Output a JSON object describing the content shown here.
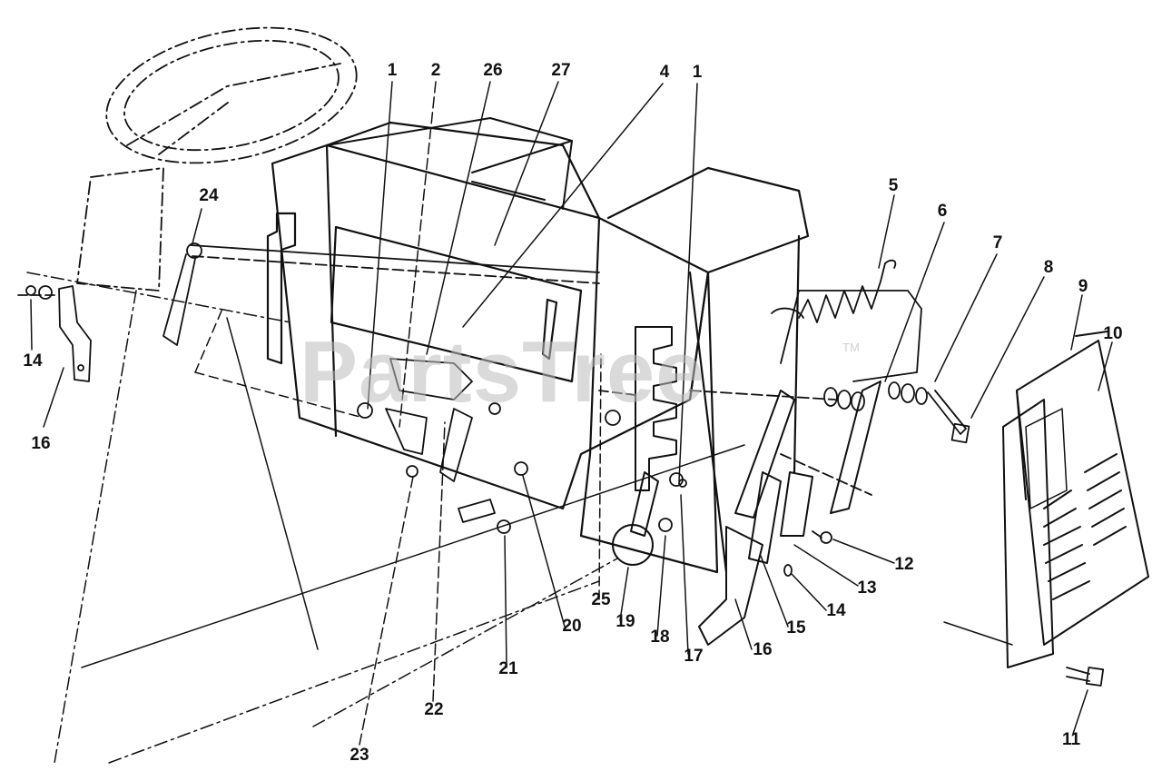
{
  "watermark": {
    "text": "PartsTree",
    "tm": "TM"
  },
  "callouts": [
    {
      "id": "c1a",
      "text": "1"
    },
    {
      "id": "c2",
      "text": "2"
    },
    {
      "id": "c26",
      "text": "26"
    },
    {
      "id": "c27",
      "text": "27"
    },
    {
      "id": "c4",
      "text": "4"
    },
    {
      "id": "c1b",
      "text": "1"
    },
    {
      "id": "c5",
      "text": "5"
    },
    {
      "id": "c6",
      "text": "6"
    },
    {
      "id": "c7",
      "text": "7"
    },
    {
      "id": "c8",
      "text": "8"
    },
    {
      "id": "c9",
      "text": "9"
    },
    {
      "id": "c10",
      "text": "10"
    },
    {
      "id": "c24",
      "text": "24"
    },
    {
      "id": "c14a",
      "text": "14"
    },
    {
      "id": "c16a",
      "text": "16"
    },
    {
      "id": "c12",
      "text": "12"
    },
    {
      "id": "c13",
      "text": "13"
    },
    {
      "id": "c14b",
      "text": "14"
    },
    {
      "id": "c15",
      "text": "15"
    },
    {
      "id": "c16b",
      "text": "16"
    },
    {
      "id": "c17",
      "text": "17"
    },
    {
      "id": "c18",
      "text": "18"
    },
    {
      "id": "c19",
      "text": "19"
    },
    {
      "id": "c25",
      "text": "25"
    },
    {
      "id": "c20",
      "text": "20"
    },
    {
      "id": "c21",
      "text": "21"
    },
    {
      "id": "c22",
      "text": "22"
    },
    {
      "id": "c23",
      "text": "23"
    },
    {
      "id": "c11",
      "text": "11"
    }
  ]
}
